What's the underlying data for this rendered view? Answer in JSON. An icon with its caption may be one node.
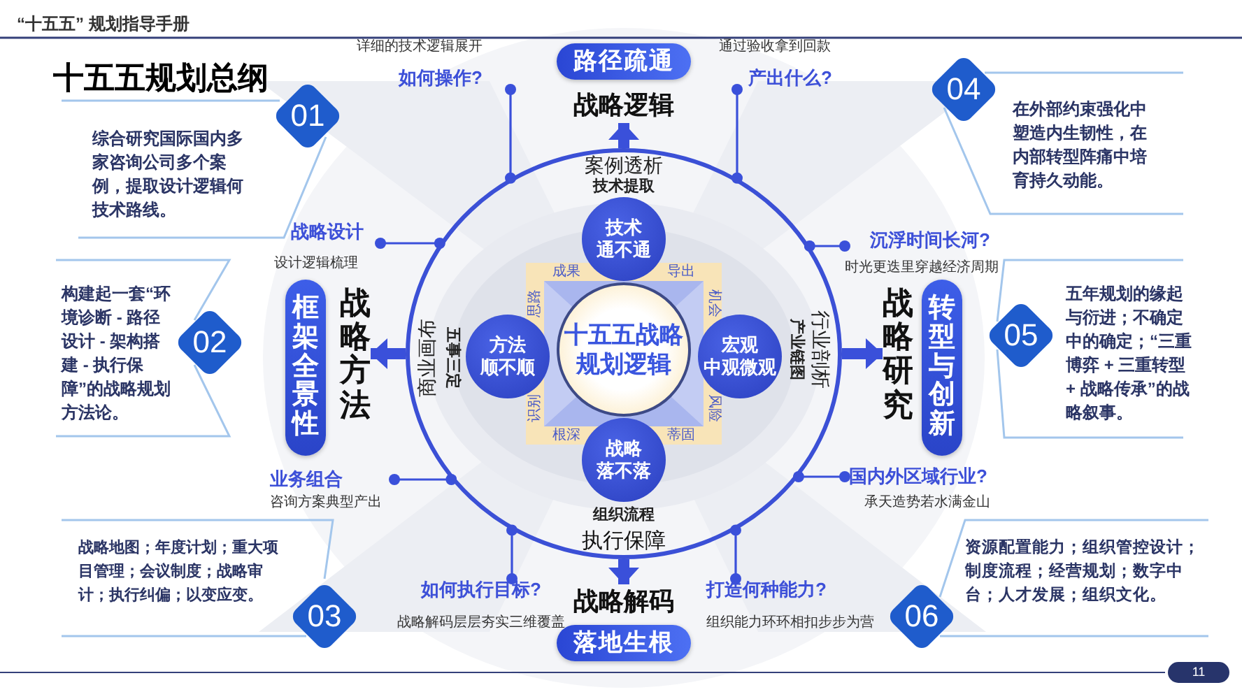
{
  "diagram": {
    "title": "十五五规划总纲",
    "nodes": [
      {
        "text": [
          "路径疏通"
        ]
      },
      {
        "text": [
          "战略逻辑"
        ]
      },
      {
        "text": [
          "案例透析",
          "技术提取",
          "商业画布",
          "五事三定",
          "行业剖析",
          "产业链图",
          "组织流程",
          "执行保障"
        ]
      },
      {
        "text": [
          "十五五战略规划逻辑"
        ],
        "in": 2
      },
      {
        "text": [
          "技术通不通"
        ],
        "in": 2
      },
      {
        "text": [
          "方法顺不顺"
        ],
        "in": 2
      },
      {
        "text": [
          "宏观中观微观"
        ],
        "in": 2
      },
      {
        "text": [
          "战略落不落"
        ],
        "in": 2
      },
      {
        "text": [
          "框架全景性"
        ]
      },
      {
        "text": [
          "战略方法"
        ]
      },
      {
        "text": [
          "战略研究"
        ]
      },
      {
        "text": [
          "转型与创新"
        ]
      },
      {
        "text": [
          "战略解码"
        ]
      },
      {
        "text": [
          "落地生根"
        ]
      },
      {
        "text": [
          "详细的技术逻辑展开",
          "如何操作?"
        ]
      },
      {
        "text": [
          "通过验收拿到回款",
          "产出什么?"
        ]
      },
      {
        "text": [
          "战略设计",
          "设计逻辑梳理"
        ]
      },
      {
        "text": [
          "业务组合",
          "咨询方案典型产出"
        ]
      },
      {
        "text": [
          "沉浮时间长河?",
          "时光更迭里穿越经济周期"
        ]
      },
      {
        "text": [
          "国内外区域行业?",
          "承天造势若水满金山"
        ]
      },
      {
        "text": [
          "如何执行目标?",
          "战略解码层层夯实三维覆盖"
        ]
      },
      {
        "text": [
          "打造何种能力?",
          "组织能力环环相扣步步为营"
        ]
      },
      {
        "text": [
          "01"
        ]
      },
      {
        "text": [
          "综合研究国际国内多家咨询公司多个案例，提取设计逻辑何技术路线。"
        ]
      },
      {
        "text": [
          "02"
        ]
      },
      {
        "text": [
          "构建起一套“环境诊断 - 路径设计 - 架构搭建 - 执行保障”的战略规划方法论。"
        ]
      },
      {
        "text": [
          "03"
        ]
      },
      {
        "text": [
          "战略地图；年度计划；重大项目管理；会议制度；战略审计；执行纠偏；以变应变。"
        ]
      },
      {
        "text": [
          "04"
        ]
      },
      {
        "text": [
          "在外部约束强化中塑造内生韧性，在内部转型阵痛中培育持久动能。"
        ]
      },
      {
        "text": [
          "05"
        ]
      },
      {
        "text": [
          "五年规划的缘起与衍进；不确定中的确定；“三重博弈 + 三重转型 + 战略传承”的战略叙事。"
        ]
      },
      {
        "text": [
          "06"
        ]
      },
      {
        "text": [
          "资源配置能力；组织管控设计；制度流程；经营规划；数字中台；人才发展；组织文化。"
        ]
      }
    ],
    "edges": [
      {
        "from": 2,
        "to": 1,
        "arrow": "to",
        "style": "thick"
      },
      {
        "from": 2,
        "to": 9,
        "arrow": "to",
        "style": "thick"
      },
      {
        "from": 2,
        "to": 10,
        "arrow": "to",
        "style": "thick"
      },
      {
        "from": 2,
        "to": 12,
        "arrow": "to",
        "style": "thick"
      },
      {
        "from": 14,
        "to": 2,
        "arrow": "other"
      },
      {
        "from": 15,
        "to": 2,
        "arrow": "other"
      },
      {
        "from": 16,
        "to": 2,
        "arrow": "other"
      },
      {
        "from": 17,
        "to": 2,
        "arrow": "other"
      },
      {
        "from": 18,
        "to": 2,
        "arrow": "other"
      },
      {
        "from": 19,
        "to": 2,
        "arrow": "other"
      },
      {
        "from": 20,
        "to": 2,
        "arrow": "other"
      },
      {
        "from": 21,
        "to": 2,
        "arrow": "other"
      }
    ],
    "labels": [
      "“十五五” 规划指导手册",
      "成果",
      "导出",
      "思路",
      "机会",
      "识别",
      "风险",
      "根深",
      "蒂固",
      "11"
    ]
  }
}
